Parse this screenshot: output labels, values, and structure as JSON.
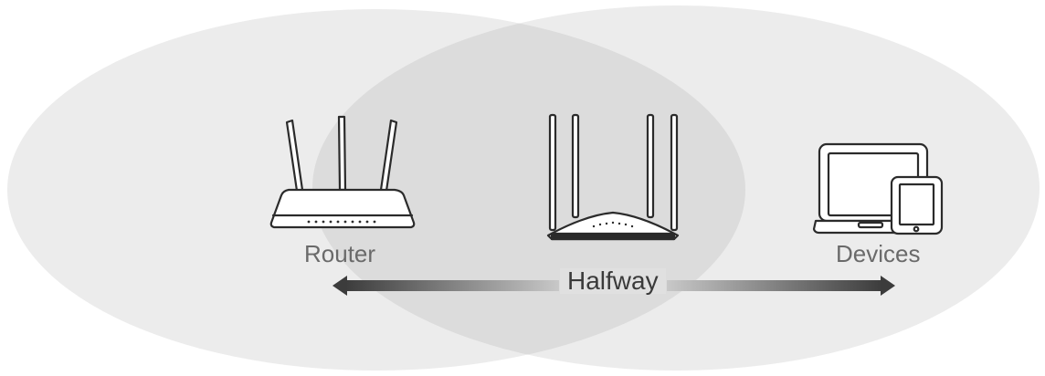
{
  "labels": {
    "router": "Router",
    "devices": "Devices",
    "halfway": "Halfway"
  },
  "colors": {
    "ellipse_fill": "#ececec",
    "overlap_fill": "#dcdcdc",
    "arrow_dark": "#3c3c3c",
    "arrow_light": "#c8c8c8",
    "device_stroke": "#2b2b2b"
  },
  "icons": {
    "router": "router-icon",
    "extender": "range-extender-icon",
    "laptop": "laptop-icon",
    "tablet": "tablet-icon"
  }
}
